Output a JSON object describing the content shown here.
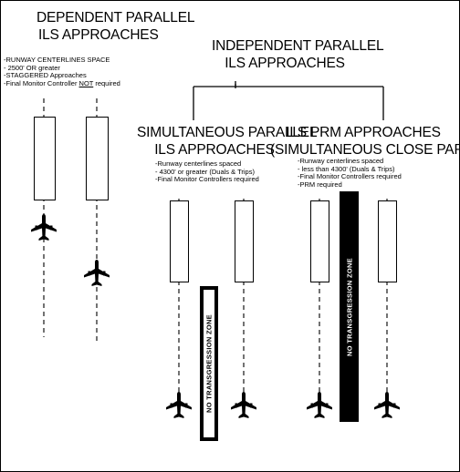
{
  "colors": {
    "ink": "#000000",
    "paper": "#ffffff"
  },
  "dependent": {
    "title_line1": "DEPENDENT PARALLEL",
    "title_line2": "ILS APPROACHES",
    "notes": [
      {
        "text": "RUNWAY CENTERLINES SPACE"
      },
      {
        "text": " 2500' OR greater"
      },
      {
        "text": "STAGGERED Approaches"
      },
      {
        "pre": "Final Monitor Controller ",
        "emph": "NOT",
        "post": " required"
      }
    ]
  },
  "independent": {
    "title_line1": "INDEPENDENT PARALLEL",
    "title_line2": "ILS APPROACHES"
  },
  "simultaneous": {
    "title_line1": "SIMULTANEOUS PARALLEL",
    "title_line2": "ILS APPROACHES",
    "notes": [
      {
        "text": "Runway centerlines spaced"
      },
      {
        "text": " 4300' or greater (Duals & Trips)"
      },
      {
        "text": "Final Monitor Controllers required"
      }
    ],
    "ntz_label": "NO TRANSGRESSION ZONE"
  },
  "prm": {
    "title_line1": "ILS PRM APPROACHES",
    "title_line2": "(SIMULTANEOUS CLOSE PARALLEL)",
    "notes": [
      {
        "text": "Runway centerlines spaced"
      },
      {
        "text": " less than 4300'  (Duals & Trips)"
      },
      {
        "text": "Final Monitor Controllers required"
      },
      {
        "text": "PRM required"
      }
    ],
    "ntz_label": "NO TRANSGRESSION ZONE"
  },
  "icons": {
    "aircraft": "airplane-icon"
  }
}
